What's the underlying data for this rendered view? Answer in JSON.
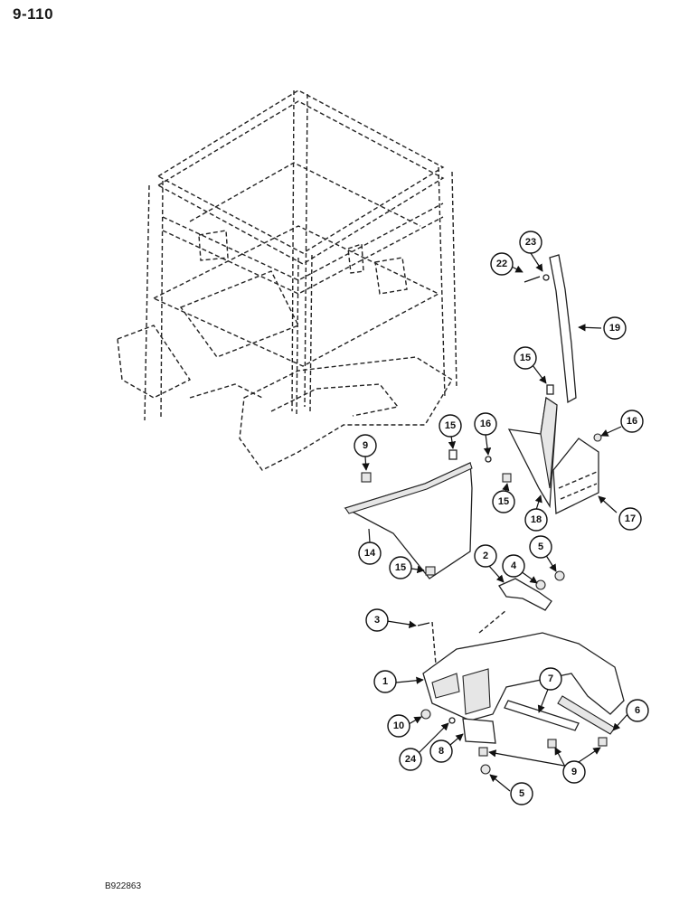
{
  "page_number": "9-110",
  "figure_code": "B922863",
  "callouts": {
    "c1": "1",
    "c2": "2",
    "c3": "3",
    "c4": "4",
    "c5a": "5",
    "c5b": "5",
    "c6": "6",
    "c7": "7",
    "c8": "8",
    "c9a": "9",
    "c9b": "9",
    "c10": "10",
    "c14": "14",
    "c15a": "15",
    "c15b": "15",
    "c15c": "15",
    "c15d": "15",
    "c16a": "16",
    "c16b": "16",
    "c17": "17",
    "c18": "18",
    "c19": "19",
    "c22": "22",
    "c23": "23",
    "c24": "24"
  }
}
